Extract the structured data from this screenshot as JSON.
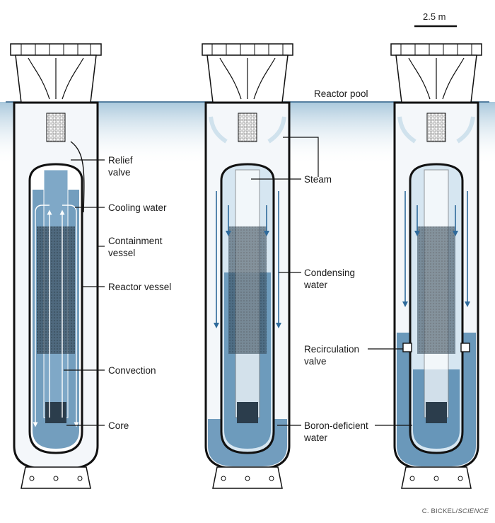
{
  "scale": {
    "label": "2.5 m"
  },
  "pool_label": "Reactor pool",
  "reactor1": {
    "labels": [
      {
        "lines": [
          "Relief",
          "valve"
        ]
      },
      {
        "lines": [
          "Cooling water"
        ]
      },
      {
        "lines": [
          "Containment",
          "vessel"
        ]
      },
      {
        "lines": [
          "Reactor vessel"
        ]
      },
      {
        "lines": [
          "Convection"
        ]
      },
      {
        "lines": [
          "Core"
        ]
      }
    ]
  },
  "reactor2": {
    "labels": [
      {
        "lines": [
          "Steam"
        ]
      },
      {
        "lines": [
          "Condensing",
          "water"
        ]
      },
      {
        "lines": [
          "Boron-deficient",
          "water"
        ]
      }
    ]
  },
  "reactor3": {
    "labels": [
      {
        "lines": [
          "Recirculation",
          "valve"
        ]
      }
    ]
  },
  "credit": {
    "name": "C. BICKEL/",
    "source": "SCIENCE"
  },
  "colors": {
    "pool_top": "#a9c8dc",
    "pool_bottom": "#eef4f8",
    "water": "#5b8db3",
    "water_dark": "#3f739d",
    "steam": "#d6e6f1",
    "outline": "#111111",
    "core": "#2b3d4c",
    "arrow_up": "#ffffff",
    "arrow_down": "#2e6a9b"
  }
}
